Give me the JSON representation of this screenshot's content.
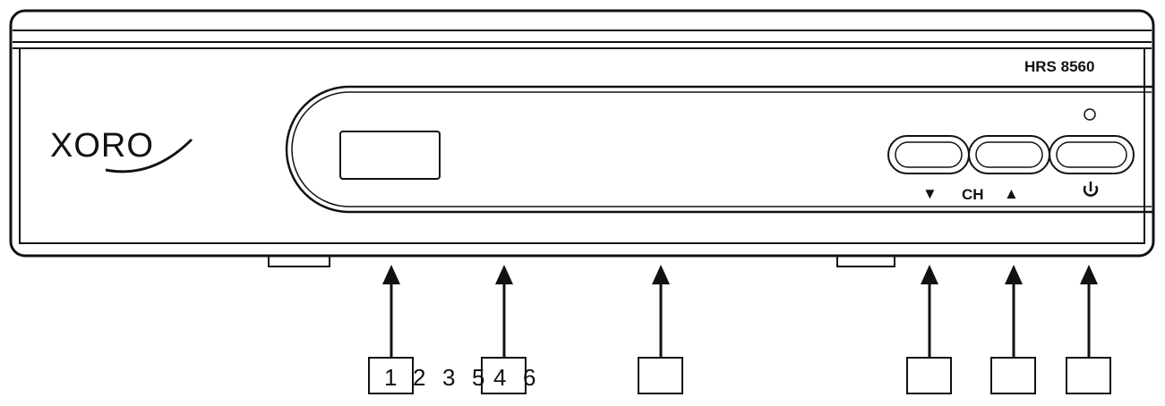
{
  "device": {
    "brand": "XORO",
    "model": "HRS 8560",
    "channel_label": "CH",
    "channel_down_symbol": "▼",
    "channel_up_symbol": "▲",
    "power_icon": "power-icon"
  },
  "callouts": {
    "labels": [
      "1",
      "2",
      "3",
      "5",
      "4",
      "6"
    ]
  },
  "colors": {
    "line": "#111111",
    "background": "#ffffff"
  }
}
